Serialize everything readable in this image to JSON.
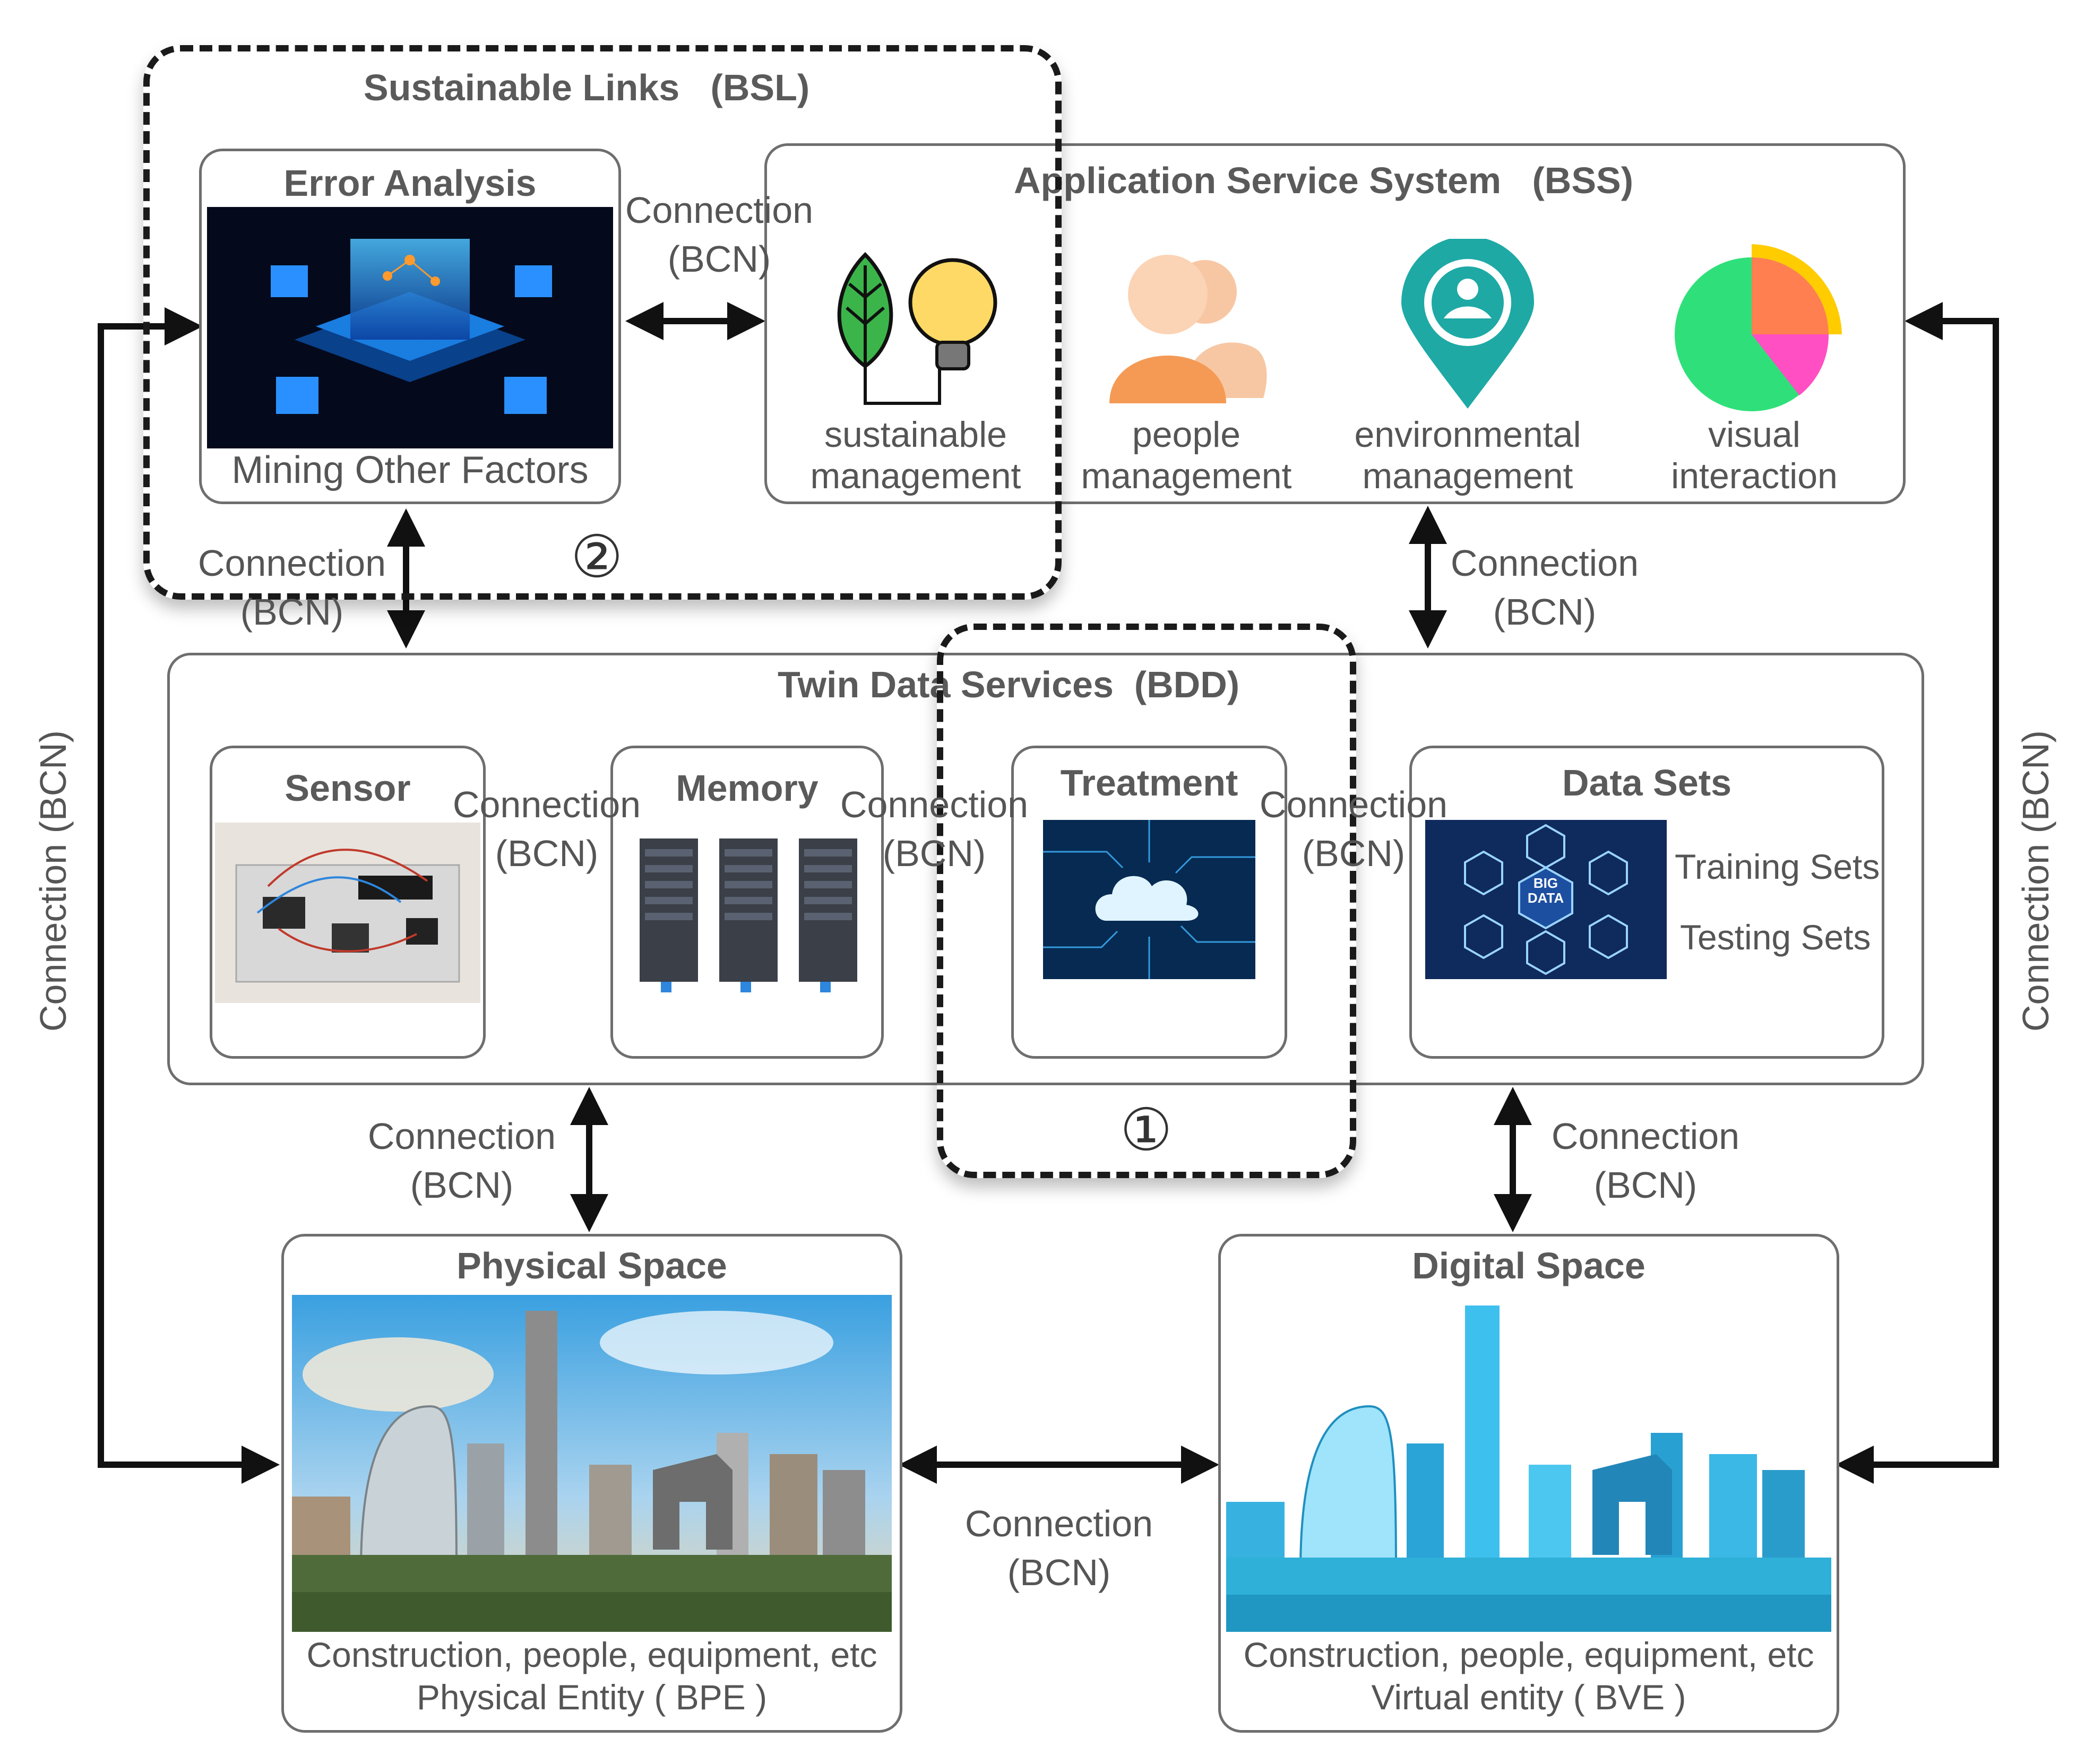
{
  "sustainable_links": {
    "title": "Sustainable Links",
    "code": "(BSL)",
    "marker": "②"
  },
  "error_analysis": {
    "title": "Error Analysis",
    "caption": "Mining Other Factors"
  },
  "app_service": {
    "title": "Application Service System",
    "code": "(BSS)",
    "items": [
      {
        "line1": "sustainable",
        "line2": "management",
        "icon": "leaf-bulb-icon"
      },
      {
        "line1": "people",
        "line2": "management",
        "icon": "people-icon"
      },
      {
        "line1": "environmental",
        "line2": "management",
        "icon": "location-pin-icon"
      },
      {
        "line1": "visual",
        "line2": "interaction",
        "icon": "pie-chart-icon"
      }
    ]
  },
  "twin_data": {
    "title": "Twin Data Services",
    "code": "(BDD)",
    "marker": "①"
  },
  "sensor": {
    "title": "Sensor"
  },
  "memory": {
    "title": "Memory"
  },
  "treatment": {
    "title": "Treatment"
  },
  "data_sets": {
    "title": "Data Sets",
    "training": "Training Sets",
    "testing": "Testing Sets",
    "badge": "BIG DATA"
  },
  "physical_space": {
    "title": "Physical Space",
    "line1": "Construction, people, equipment, etc",
    "line2": "Physical Entity ( BPE )"
  },
  "digital_space": {
    "title": "Digital Space",
    "line1": "Construction, people, equipment, etc",
    "line2": "Virtual entity ( BVE )"
  },
  "connection": {
    "word": "Connection",
    "code": "(BCN)",
    "vertical": "Connection (BCN)"
  }
}
